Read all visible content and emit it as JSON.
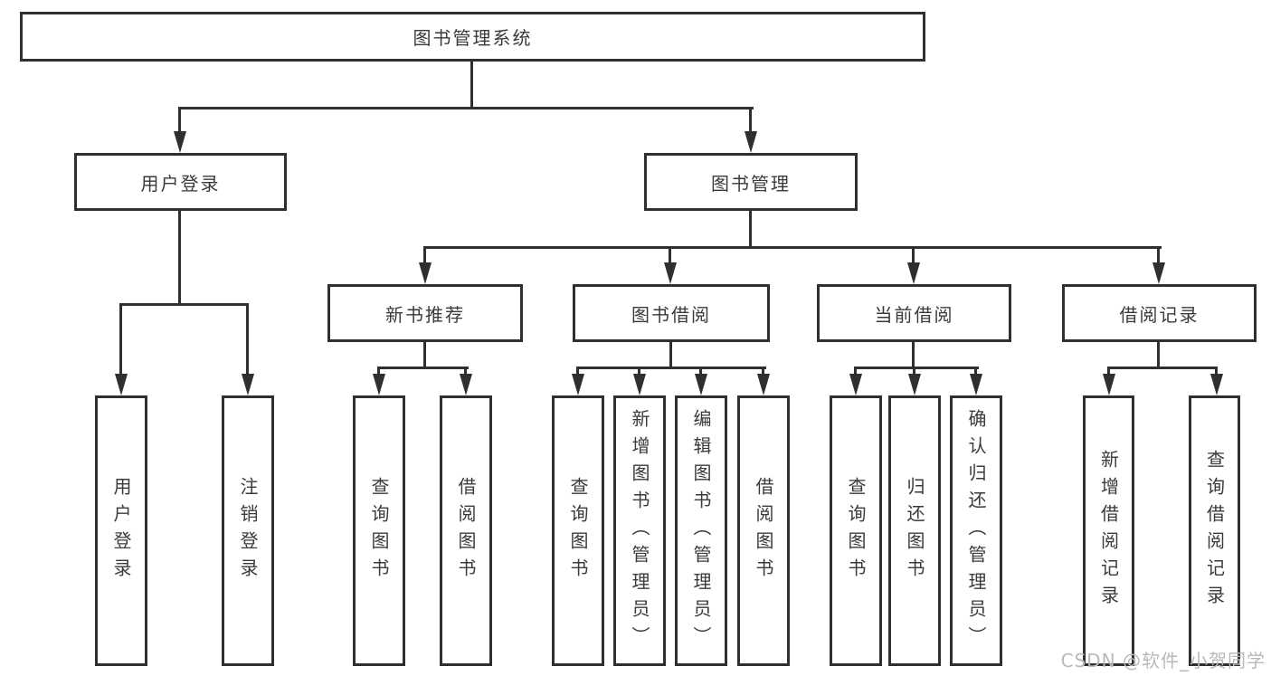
{
  "diagram": {
    "title": "图书管理系统",
    "root": {
      "label": "图书管理系统"
    },
    "level2": [
      {
        "id": "user-login",
        "label": "用户登录"
      },
      {
        "id": "book-management",
        "label": "图书管理"
      }
    ],
    "level3": [
      {
        "id": "new-book-recommend",
        "label": "新书推荐"
      },
      {
        "id": "book-borrow",
        "label": "图书借阅"
      },
      {
        "id": "current-borrow",
        "label": "当前借阅"
      },
      {
        "id": "borrow-records",
        "label": "借阅记录"
      }
    ],
    "leaves": {
      "user_login": [
        "用户登录",
        "注销登录"
      ],
      "new_book_recommend": [
        "查询图书",
        "借阅图书"
      ],
      "book_borrow": [
        "查询图书",
        "新增图书（管理员）",
        "编辑图书（管理员）",
        "借阅图书"
      ],
      "current_borrow": [
        "查询图书",
        "归还图书",
        "确认归还（管理员）"
      ],
      "borrow_records": [
        "新增借阅记录",
        "查询借阅记录"
      ]
    }
  },
  "watermark": {
    "text": "CSDN @软件_小贺同学"
  },
  "colors": {
    "line": "#2f2f2f",
    "text": "#3a3a3a",
    "watermark": "#b9b9b9",
    "background": "#ffffff"
  }
}
